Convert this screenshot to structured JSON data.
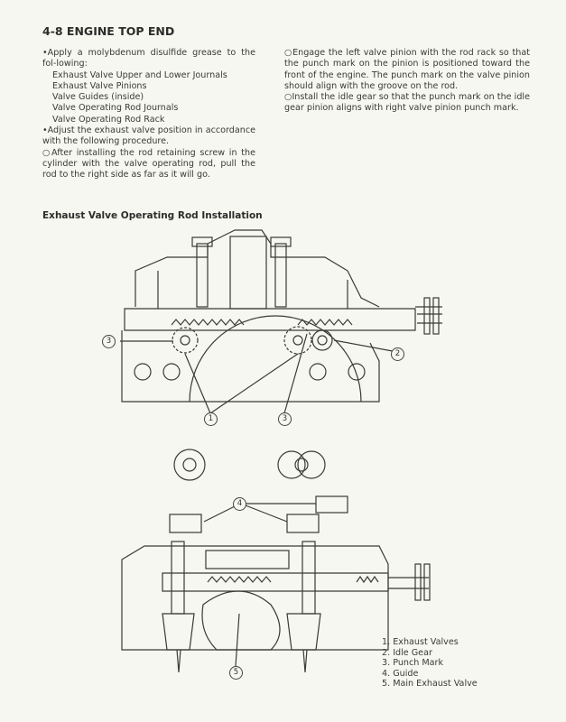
{
  "section_title": "4-8 ENGINE TOP END",
  "left_column": {
    "bullet1": "•Apply a molybdenum disulfide grease to the fol-lowing:",
    "grease_items": [
      "Exhaust Valve Upper and Lower Journals",
      "Exhaust Valve Pinions",
      "Valve Guides (inside)",
      "Valve Operating Rod Journals",
      "Valve Operating Rod Rack"
    ],
    "bullet2": "•Adjust the exhaust valve position in accordance with the following procedure.",
    "step1": "○After installing the rod retaining screw in the cylinder with the valve operating rod, pull the rod to the right side as far as it will go."
  },
  "right_column": {
    "step2": "○Engage the left valve pinion with the rod rack so that the punch mark on the pinion is positioned toward the front of the engine. The punch mark on the valve pinion should align with the groove on the rod.",
    "step3": "○Install the idle gear so that the punch mark on the idle gear pinion aligns with right valve pinion punch mark."
  },
  "figure_heading": "Exhaust Valve Operating Rod Installation",
  "callouts": {
    "c3_left": "3",
    "c2": "2",
    "c1": "1",
    "c3_bottom": "3",
    "c4": "4",
    "c5": "5"
  },
  "legend": [
    "1. Exhaust Valves",
    "2. Idle Gear",
    "3. Punch Mark",
    "4. Guide",
    "5. Main Exhaust Valve"
  ]
}
